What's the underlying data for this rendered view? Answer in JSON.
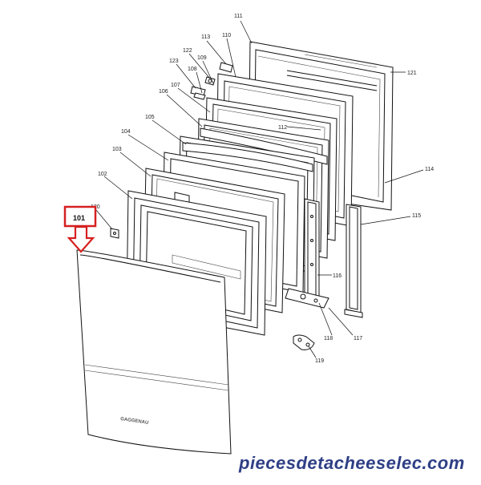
{
  "diagram": {
    "highlight": {
      "label": "101",
      "color": "#d62020"
    },
    "part_labels": {
      "p111": "111",
      "p113": "113",
      "p110": "110",
      "p122": "122",
      "p109": "109",
      "p123": "123",
      "p108": "108",
      "p107": "107",
      "p121": "121",
      "p106": "106",
      "p105": "105",
      "p112": "112",
      "p104": "104",
      "p103": "103",
      "p114": "114",
      "p102": "102",
      "p120": "120",
      "p115": "115",
      "p116": "116",
      "p118": "118",
      "p117": "117",
      "p119": "119"
    },
    "brand_mark": "GAGGENAU",
    "watermark": {
      "text": "piecesdetachees​elec.com",
      "color": "#2f3f86"
    }
  }
}
